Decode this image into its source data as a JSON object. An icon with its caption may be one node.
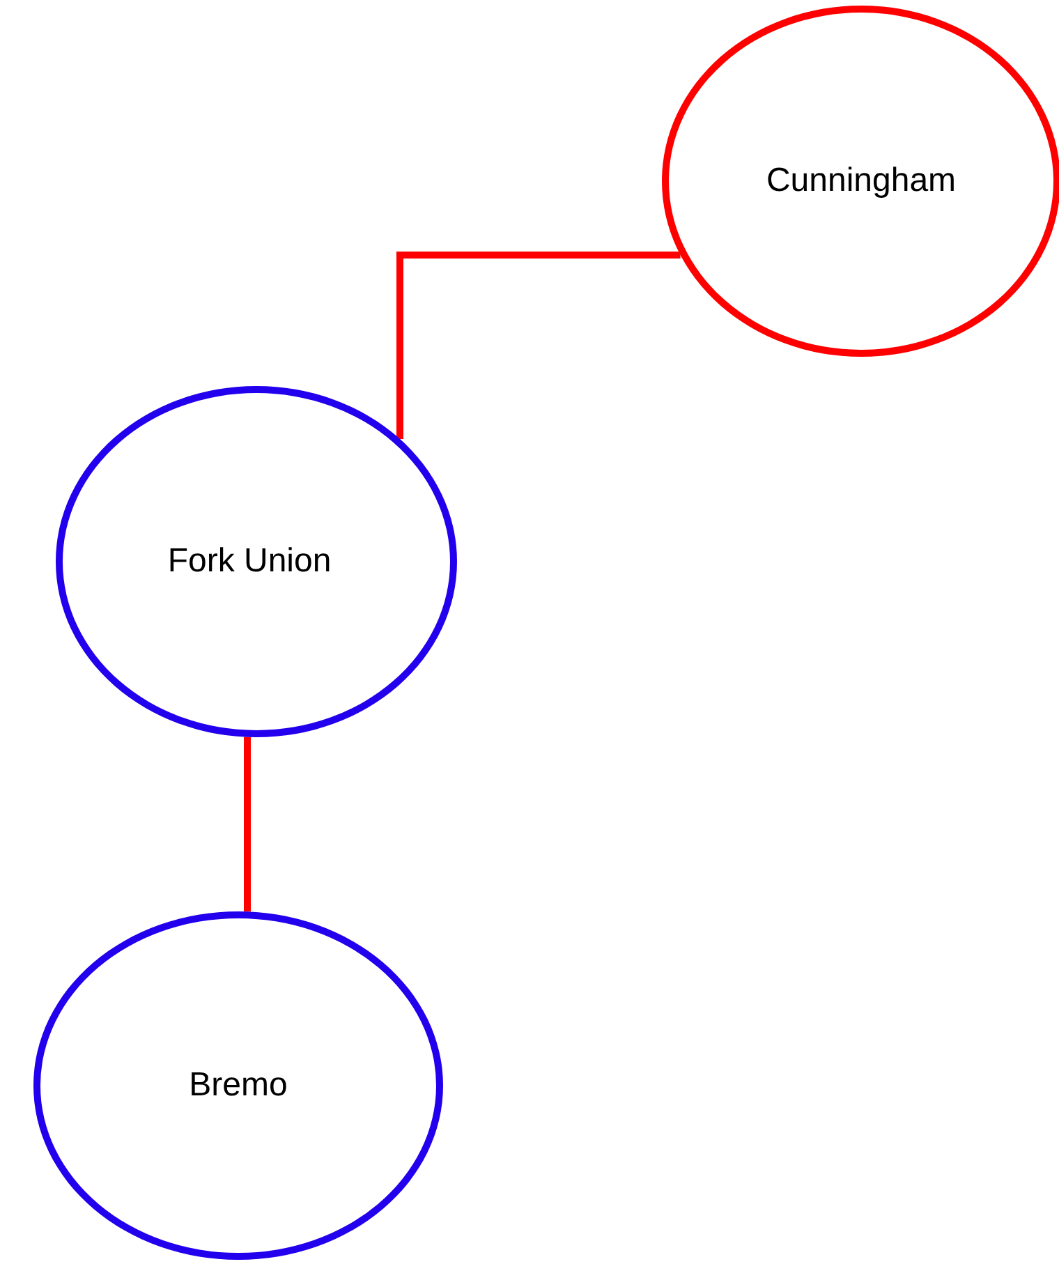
{
  "diagram": {
    "nodes": [
      {
        "text": [
          "Cunningham"
        ]
      },
      {
        "text": [
          "Fork Union"
        ]
      },
      {
        "text": [
          "Bremo"
        ]
      }
    ],
    "edges": [
      {
        "from": 0,
        "to": 1,
        "arrow": "none"
      },
      {
        "from": 1,
        "to": 2,
        "arrow": "none"
      }
    ]
  }
}
